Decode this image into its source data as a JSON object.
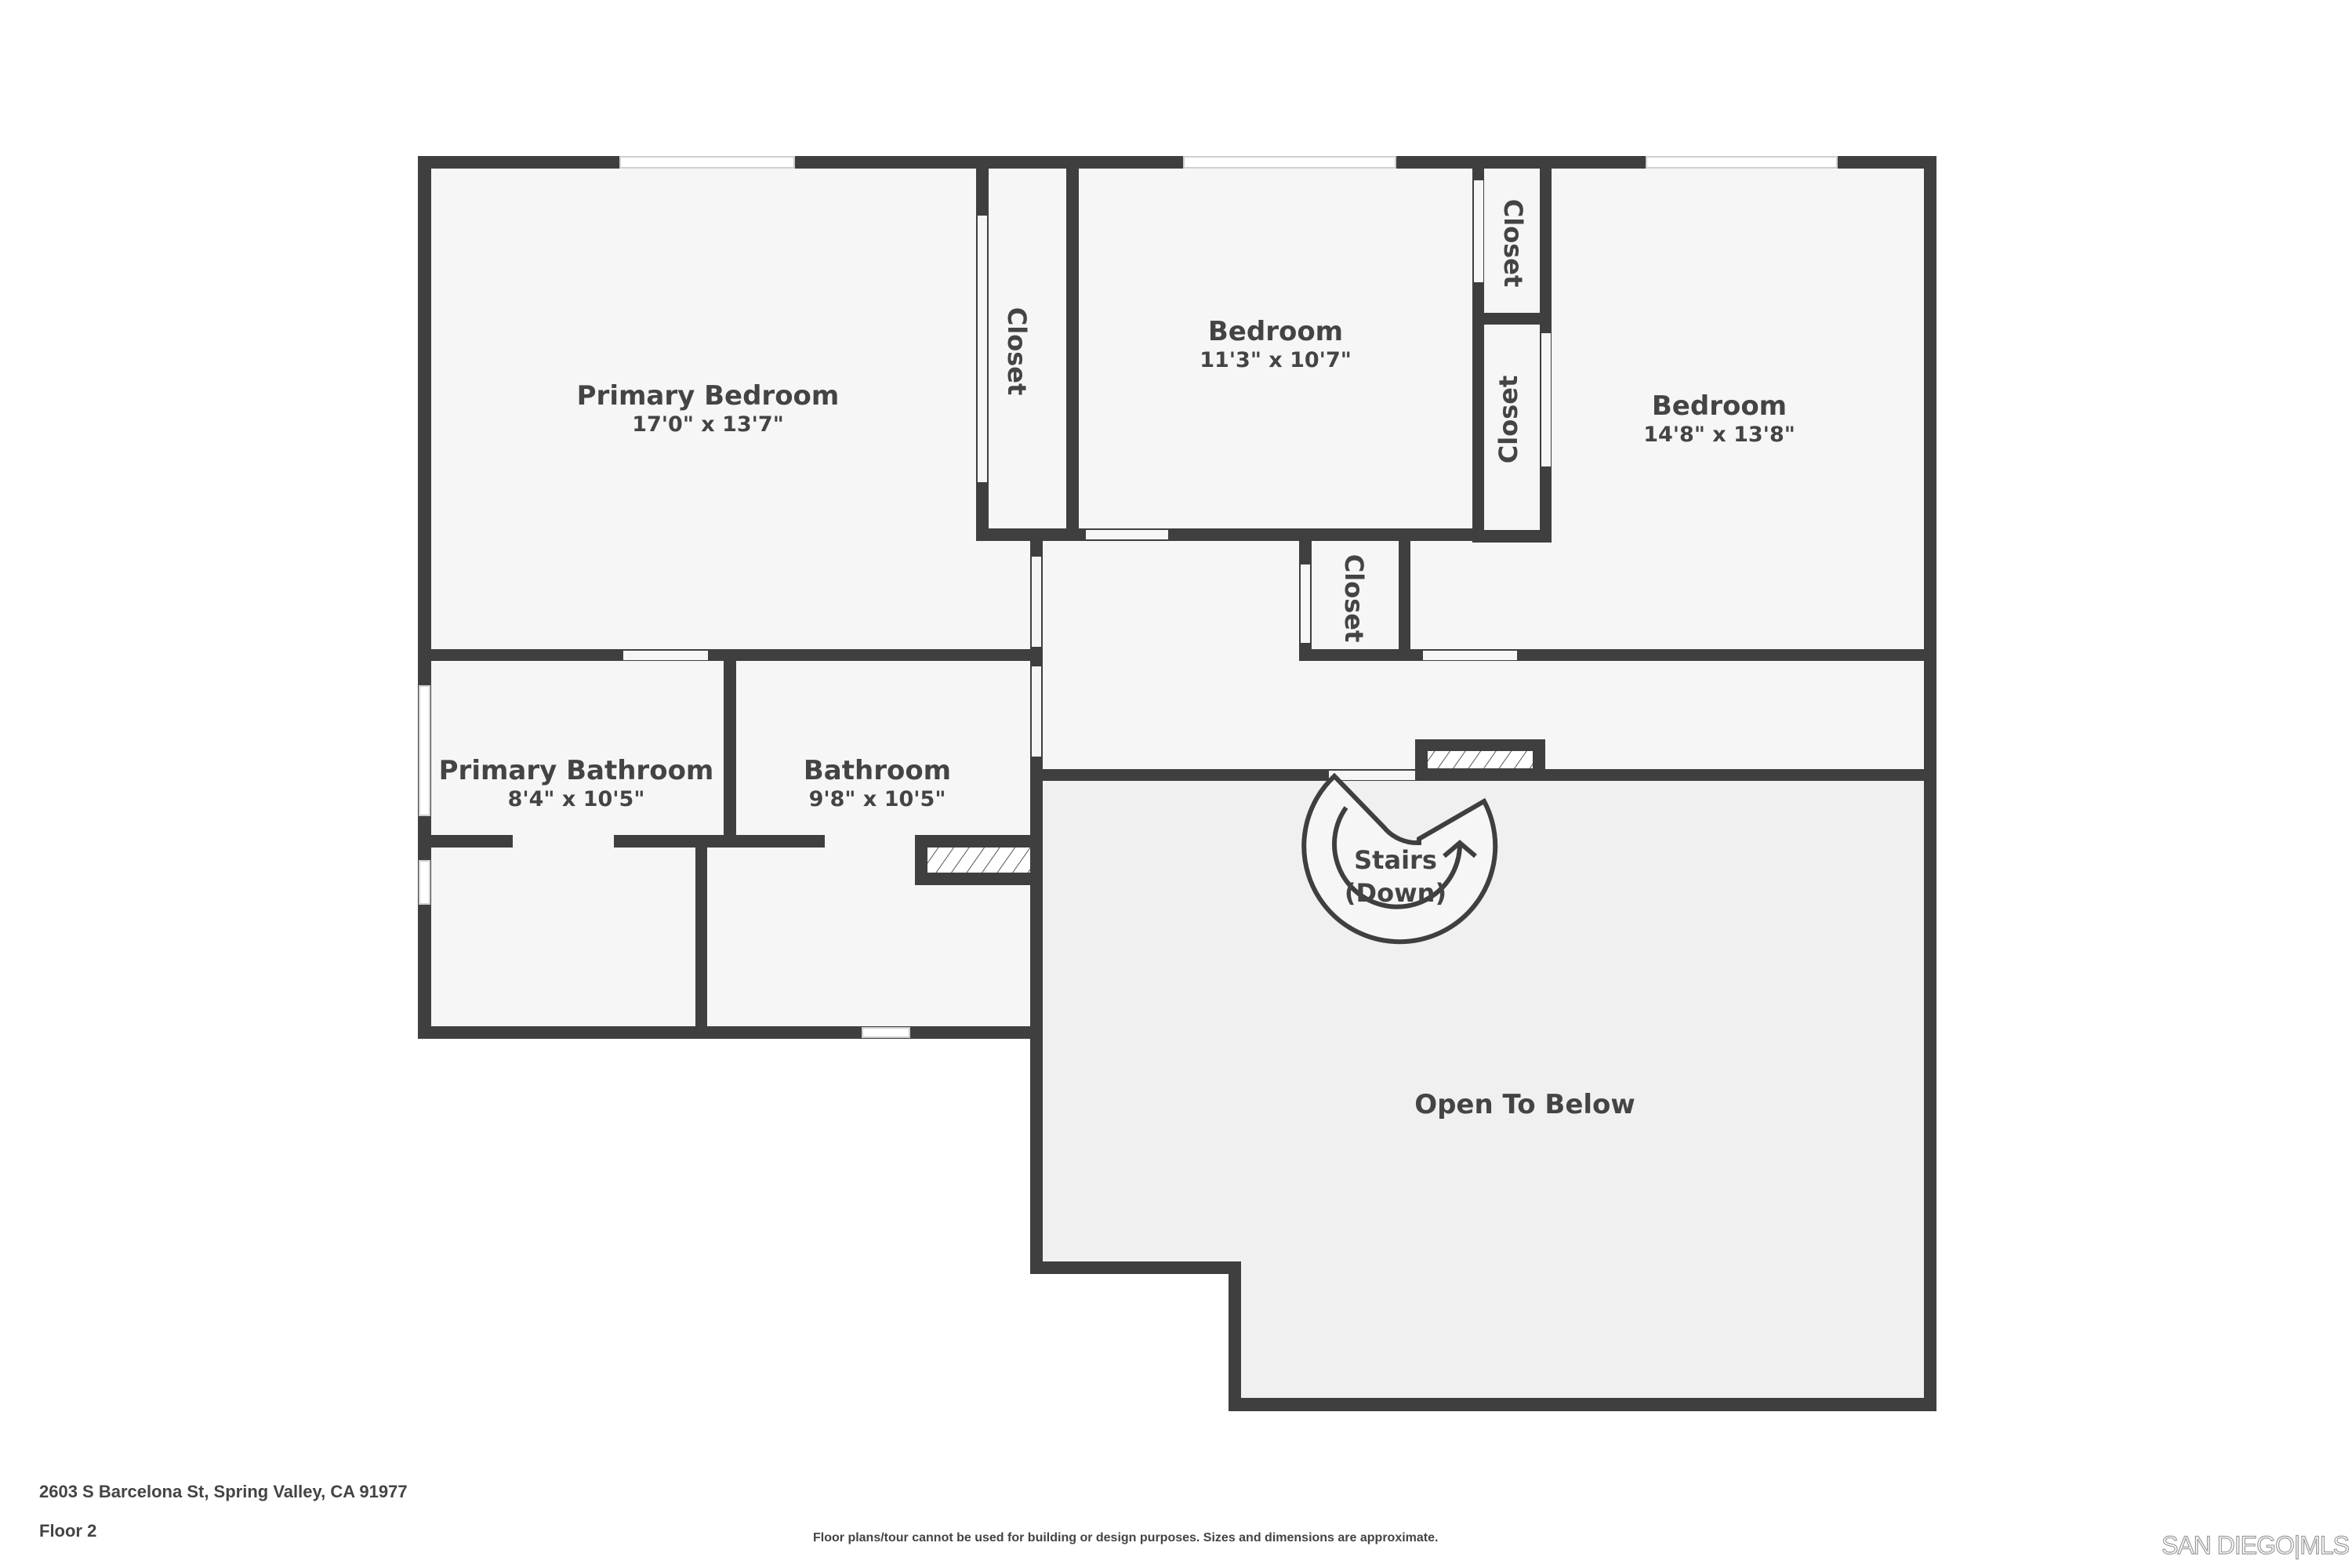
{
  "property": {
    "address": "2603 S Barcelona St, Spring Valley, CA 91977",
    "floor": "Floor 2"
  },
  "disclaimer": "Floor plans/tour cannot be used for building or design purposes. Sizes and dimensions are approximate.",
  "branding": {
    "logo_text": "SAN DIEGO|MLS"
  },
  "colors": {
    "wall": "#3f3f3f",
    "floor": "#f6f6f6",
    "open_to_below": "#f0f0f0",
    "text": "#444444"
  },
  "rooms": {
    "primary_bedroom": {
      "name": "Primary Bedroom",
      "dims": "17'0\" x 13'7\""
    },
    "bedroom_1": {
      "name": "Bedroom",
      "dims": "11'3\" x 10'7\""
    },
    "bedroom_2": {
      "name": "Bedroom",
      "dims": "14'8\" x 13'8\""
    },
    "primary_bathroom": {
      "name": "Primary Bathroom",
      "dims": "8'4\" x 10'5\""
    },
    "bathroom": {
      "name": "Bathroom",
      "dims": "9'8\" x 10'5\""
    },
    "open_to_below": {
      "name": "Open To Below"
    },
    "closets": [
      "Closet",
      "Closet",
      "Closet",
      "Closet"
    ],
    "stairs": {
      "line1": "Stairs",
      "line2": "(Down)"
    }
  }
}
